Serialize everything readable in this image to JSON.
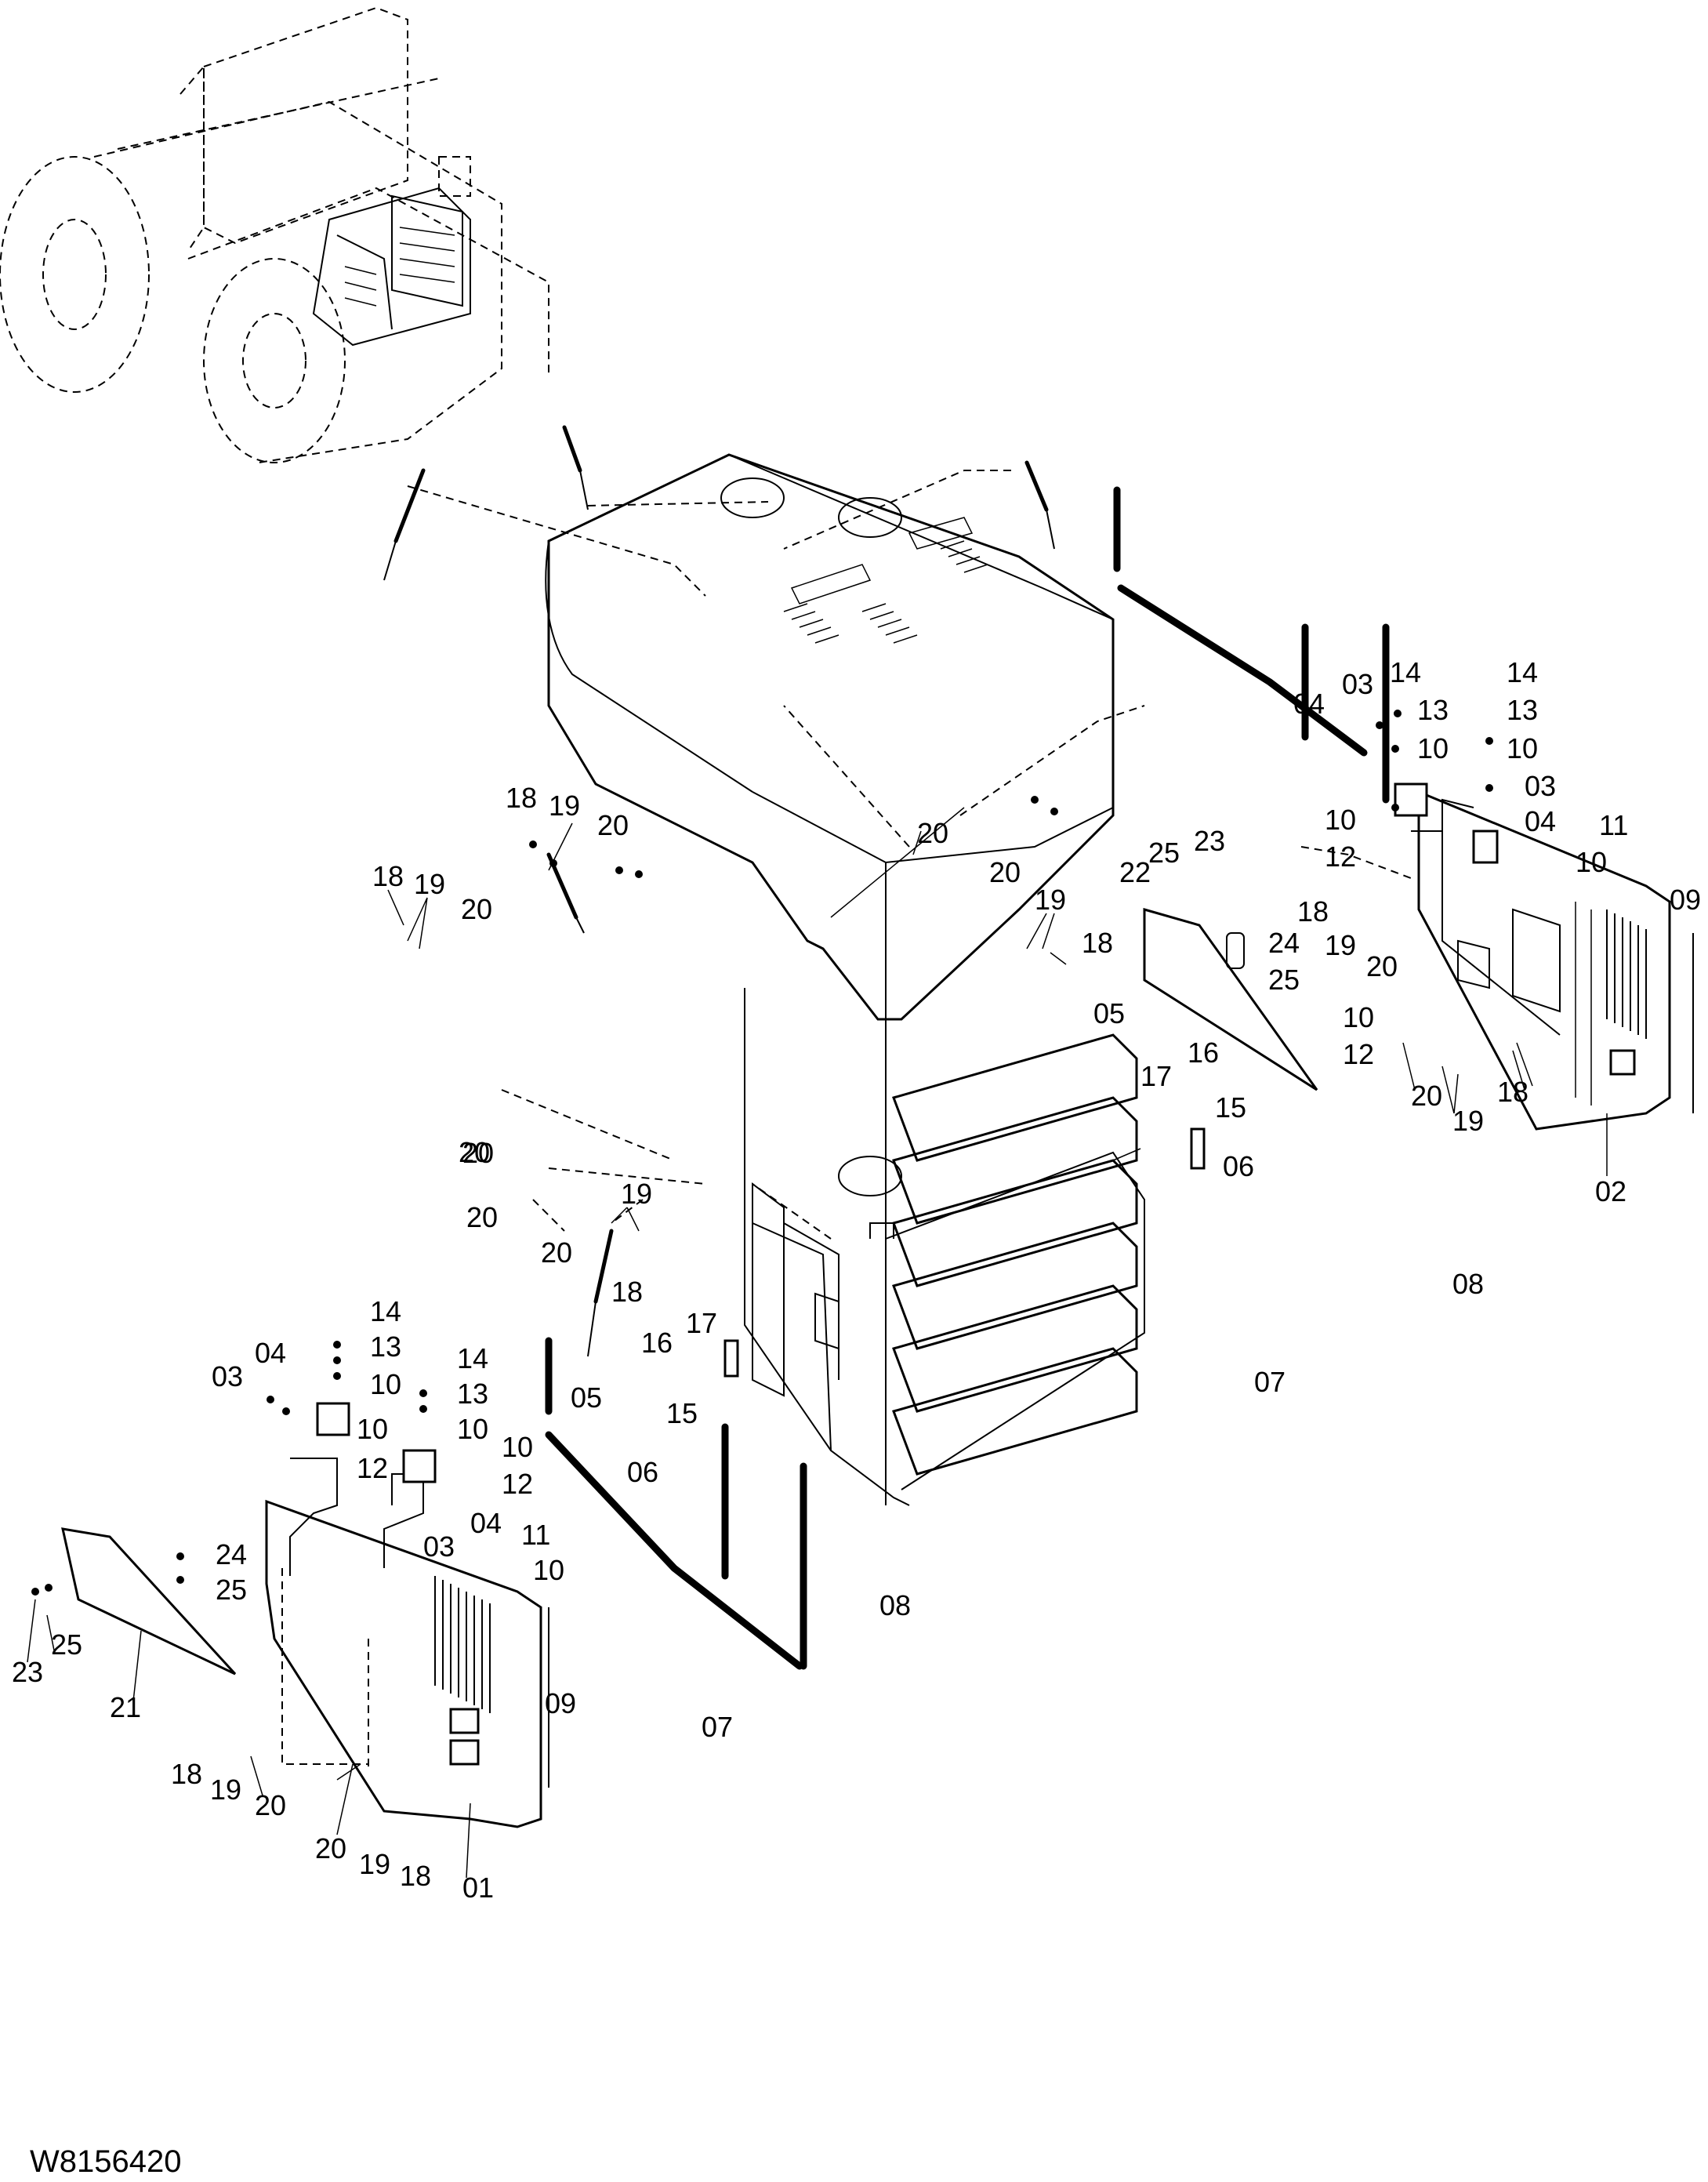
{
  "drawing": {
    "code": "W8156420"
  },
  "callouts": {
    "main_top": [
      "20",
      "20",
      "18",
      "19",
      "20",
      "18",
      "19",
      "20",
      "20",
      "19",
      "18",
      "20",
      "20",
      "20",
      "19",
      "18"
    ],
    "seals": [
      "05",
      "06",
      "07",
      "08",
      "05",
      "06",
      "07",
      "08",
      "15",
      "16",
      "17",
      "15",
      "16",
      "17"
    ],
    "right_door": [
      "04",
      "03",
      "14",
      "13",
      "10",
      "14",
      "13",
      "10",
      "10",
      "12",
      "03",
      "04",
      "11",
      "10",
      "09",
      "18",
      "19",
      "20",
      "10",
      "12",
      "20",
      "19",
      "18",
      "02"
    ],
    "right_plate": [
      "22",
      "25",
      "23",
      "24",
      "25"
    ],
    "left_door": [
      "14",
      "13",
      "10",
      "14",
      "13",
      "10",
      "03",
      "04",
      "10",
      "12",
      "10",
      "12",
      "04",
      "03",
      "11",
      "10",
      "09",
      "18",
      "19",
      "20",
      "20",
      "19",
      "18",
      "01"
    ],
    "left_plate": [
      "24",
      "25",
      "23",
      "25",
      "21"
    ]
  }
}
